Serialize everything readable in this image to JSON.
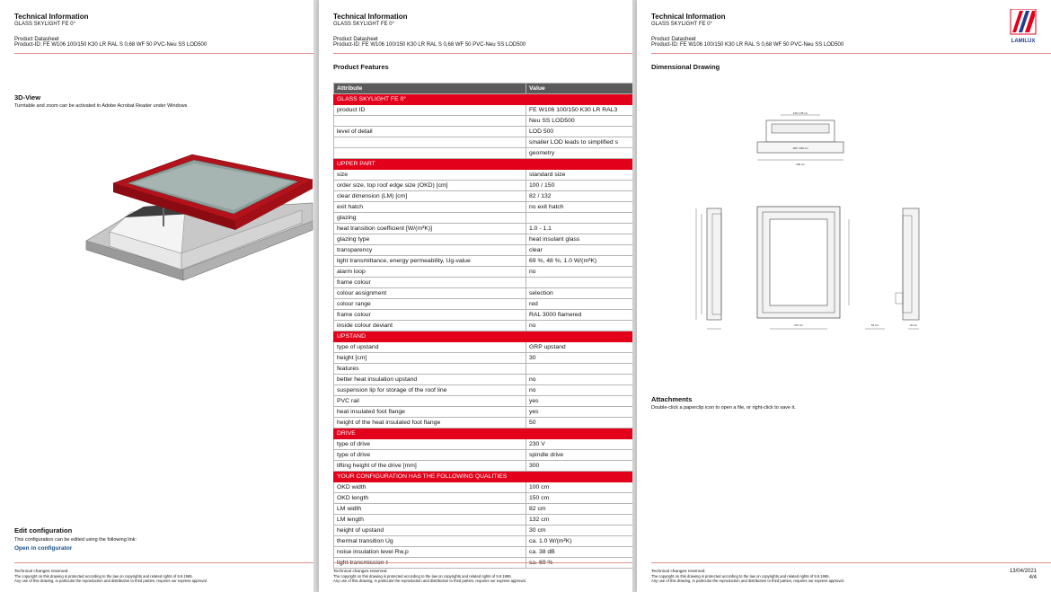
{
  "header": {
    "title": "Technical Information",
    "subtitle": "GLASS SKYLIGHT FE 0°",
    "datasheet": "Product Datasheet",
    "product_id": "Product-ID: FE W106 100/150 K30 LR RAL S 0,68 WF 50 PVC-Neu SS LOD500"
  },
  "page1": {
    "view_title": "3D-View",
    "view_note": "Turntable and zoom can be activated in Adobe Acrobat Reader under Windows",
    "edit_title": "Edit configuration",
    "edit_note": "This configuration can be edited using the following link:",
    "edit_link": "Open in configurator"
  },
  "page2": {
    "section_title": "Product Features",
    "col_attribute": "Attribute",
    "col_value": "Value",
    "rows": [
      {
        "type": "sec",
        "a": "GLASS SKYLIGHT FE 0°"
      },
      {
        "a": "product ID",
        "v": "FE W106 100/150 K30 LR RAL3"
      },
      {
        "a": "",
        "v": "Neu SS LOD500"
      },
      {
        "a": "level of detail",
        "v": "LOD 500"
      },
      {
        "a": "",
        "v": "smaller LOD leads to simplified s"
      },
      {
        "a": "",
        "v": "geometry"
      },
      {
        "type": "sec",
        "a": "UPPER PART"
      },
      {
        "a": "size",
        "v": "standard size"
      },
      {
        "a": "order size, top roof edge size (OKD) [cm]",
        "v": "100 / 150"
      },
      {
        "a": "clear dimension (LM) [cm]",
        "v": "82 / 132"
      },
      {
        "a": "exit hatch",
        "v": "no exit hatch"
      },
      {
        "a": "glazing",
        "v": ""
      },
      {
        "a": "heat transition coefficient [W/(m²K)]",
        "v": "1.0 - 1.1"
      },
      {
        "a": "glazing type",
        "v": "heat insulant glass"
      },
      {
        "a": "transparency",
        "v": "clear"
      },
      {
        "a": "light transmittance, energy permeability, Ug-value",
        "v": "69 %, 48 %, 1.0 W/(m²K)"
      },
      {
        "a": "alarm loop",
        "v": "no"
      },
      {
        "a": "frame colour",
        "v": ""
      },
      {
        "a": "colour assignment",
        "v": "selection"
      },
      {
        "a": "colour range",
        "v": "red"
      },
      {
        "a": "frame colour",
        "v": "RAL 3000 flamered"
      },
      {
        "a": "inside colour deviant",
        "v": "no"
      },
      {
        "type": "sec",
        "a": "UPSTAND"
      },
      {
        "a": "type of upstand",
        "v": "GRP upstand"
      },
      {
        "a": "height [cm]",
        "v": "30"
      },
      {
        "a": "features",
        "v": ""
      },
      {
        "a": "better heat insulation upstand",
        "v": "no"
      },
      {
        "a": "suspension lip for storage of the roof line",
        "v": "no"
      },
      {
        "a": "PVC rail",
        "v": "yes"
      },
      {
        "a": "heat insulated foot flange",
        "v": "yes"
      },
      {
        "a": "height of the heat insulated foot flange",
        "v": "50"
      },
      {
        "type": "sec",
        "a": "DRIVE"
      },
      {
        "a": "type of drive",
        "v": "230 V"
      },
      {
        "a": "type of drive",
        "v": "spindle drive"
      },
      {
        "a": "lifting height of the drive [mm]",
        "v": "300"
      },
      {
        "type": "sec",
        "a": "YOUR CONFIGURATION HAS THE FOLLOWING QUALITIES"
      },
      {
        "a": "OKD width",
        "v": "100 cm"
      },
      {
        "a": "OKD length",
        "v": "150 cm"
      },
      {
        "a": "LM width",
        "v": "82 cm"
      },
      {
        "a": "LM length",
        "v": "132 cm"
      },
      {
        "a": "height of upstand",
        "v": "30 cm"
      },
      {
        "a": "thermal transition Ug",
        "v": "ca. 1.0 W/(m²K)"
      },
      {
        "a": "noise insulation level Rw,p",
        "v": "ca. 38 dB"
      },
      {
        "a": "light transmission τ",
        "v": "ca. 69 %"
      }
    ]
  },
  "page3": {
    "section_title": "Dimensional Drawing",
    "attach_title": "Attachments",
    "attach_note": "Double-click a paperclip icon to open a file, or right-click to save it.",
    "logo_text": "LAMILUX",
    "date": "13/04/2021",
    "page": "4/4",
    "dims": [
      "136 ± 95 cm",
      "100 / 150 cm",
      "150 cm",
      "107 cm",
      "54 cm",
      "40 cm",
      "106 cm"
    ]
  },
  "footer": {
    "line1": "Technical changes reserved",
    "line2": "The copyright on this drawing is protected according to the law on copyrights and related rights of 9.9.1965.",
    "line3": "Any use of this drawing, in particular the reproduction and distribution to third parties, requires our express approval."
  },
  "colors": {
    "accent": "#e2001a",
    "table_header": "#5a5a5a",
    "link": "#1a4f8b"
  }
}
